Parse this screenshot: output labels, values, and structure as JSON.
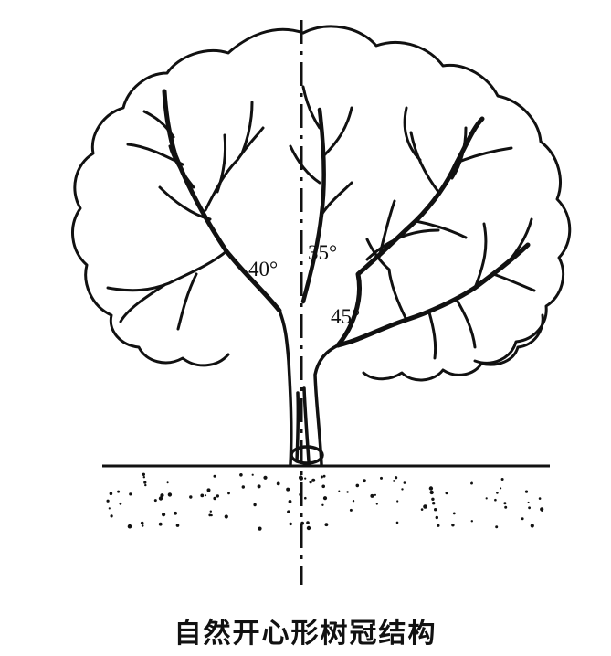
{
  "angles": [
    "40°",
    "35°",
    "45°"
  ],
  "caption": "自然开心形树冠结构"
}
